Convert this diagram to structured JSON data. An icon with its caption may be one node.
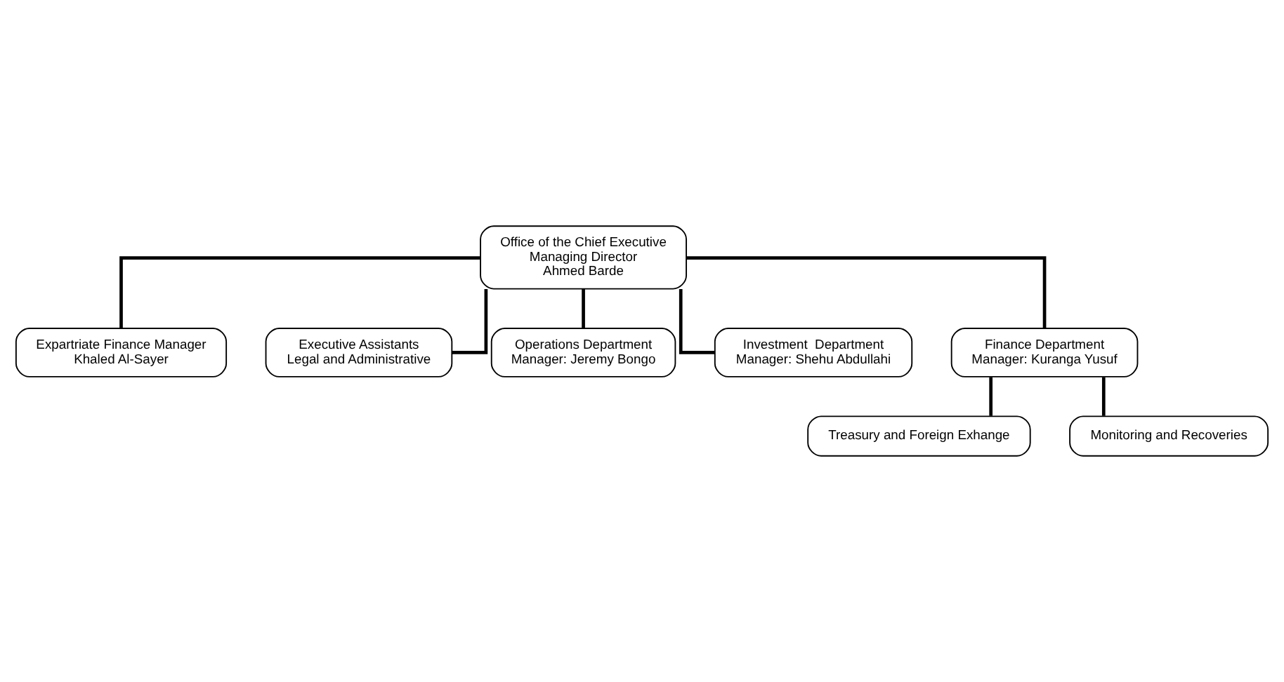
{
  "diagram": {
    "nodes": [
      {
        "text": [
          "Office of the Chief Executive",
          "Managing Director",
          "Ahmed Barde"
        ]
      },
      {
        "text": [
          "Expartriate Finance Manager",
          "Khaled Al-Sayer"
        ]
      },
      {
        "text": [
          "Executive Assistants",
          "Legal and Administrative"
        ]
      },
      {
        "text": [
          "Operations Department",
          "Manager: Jeremy Bongo"
        ]
      },
      {
        "text": [
          "Investment  Department",
          "Manager: Shehu Abdullahi"
        ]
      },
      {
        "text": [
          "Finance Department",
          "Manager: Kuranga Yusuf"
        ]
      },
      {
        "text": [
          "Treasury and Foreign Exhange"
        ]
      },
      {
        "text": [
          "Monitoring and Recoveries"
        ]
      }
    ],
    "edges": [
      {
        "from": 0,
        "to": 1,
        "arrow": "none"
      },
      {
        "from": 0,
        "to": 2,
        "arrow": "none"
      },
      {
        "from": 0,
        "to": 3,
        "arrow": "none"
      },
      {
        "from": 0,
        "to": 4,
        "arrow": "none"
      },
      {
        "from": 0,
        "to": 5,
        "arrow": "none"
      },
      {
        "from": 5,
        "to": 6,
        "arrow": "none"
      },
      {
        "from": 5,
        "to": 7,
        "arrow": "none"
      }
    ]
  }
}
